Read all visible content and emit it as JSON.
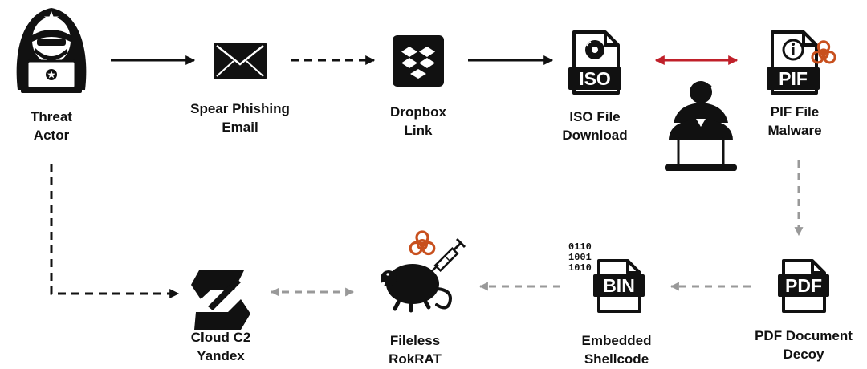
{
  "nodes": {
    "threat_actor": {
      "line1": "Threat",
      "line2": "Actor"
    },
    "spear_phishing": {
      "line1": "Spear Phishing",
      "line2": "Email"
    },
    "dropbox": {
      "line1": "Dropbox",
      "line2": "Link"
    },
    "iso": {
      "line1": "ISO File",
      "line2": "Download",
      "icon_text": "ISO"
    },
    "pif": {
      "line1": "PIF File",
      "line2": "Malware",
      "icon_text": "PIF"
    },
    "pdf": {
      "line1": "PDF Document",
      "line2": "Decoy",
      "icon_text": "PDF"
    },
    "shellcode": {
      "line1": "Embedded",
      "line2": "Shellcode",
      "icon_text": "BIN",
      "bits": [
        "0110",
        "1001",
        "1010"
      ]
    },
    "rokrat": {
      "line1": "Fileless",
      "line2": "RokRAT"
    },
    "yandex": {
      "line1": "Cloud C2",
      "line2": "Yandex"
    }
  },
  "colors": {
    "ink": "#111111",
    "red_arrow": "#c0202a",
    "gray_arrow": "#999999",
    "biohazard": "#c8501e"
  },
  "icons": [
    "hooded-hacker-icon",
    "envelope-icon",
    "dropbox-icon",
    "iso-file-icon",
    "user-at-laptop-icon",
    "pif-file-icon",
    "biohazard-icon",
    "pdf-file-icon",
    "bin-file-icon",
    "rat-icon",
    "syringe-icon",
    "yandex-cloud-icon"
  ]
}
